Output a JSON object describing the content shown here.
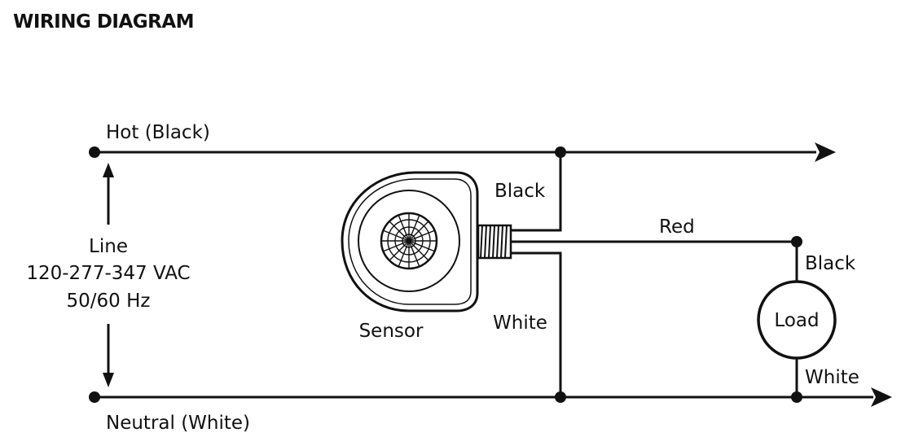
{
  "title": "WIRING DIAGRAM",
  "labels": {
    "hot": "Hot (Black)",
    "neutral": "Neutral (White)",
    "line_1": "Line",
    "line_2": "120-277-347 VAC",
    "line_3": "50/60 Hz",
    "sensor": "Sensor",
    "sensor_black": "Black",
    "sensor_white": "White",
    "red": "Red",
    "load_black": "Black",
    "load": "Load",
    "load_white": "White"
  },
  "colors": {
    "ink": "#111111",
    "background": "#ffffff"
  }
}
